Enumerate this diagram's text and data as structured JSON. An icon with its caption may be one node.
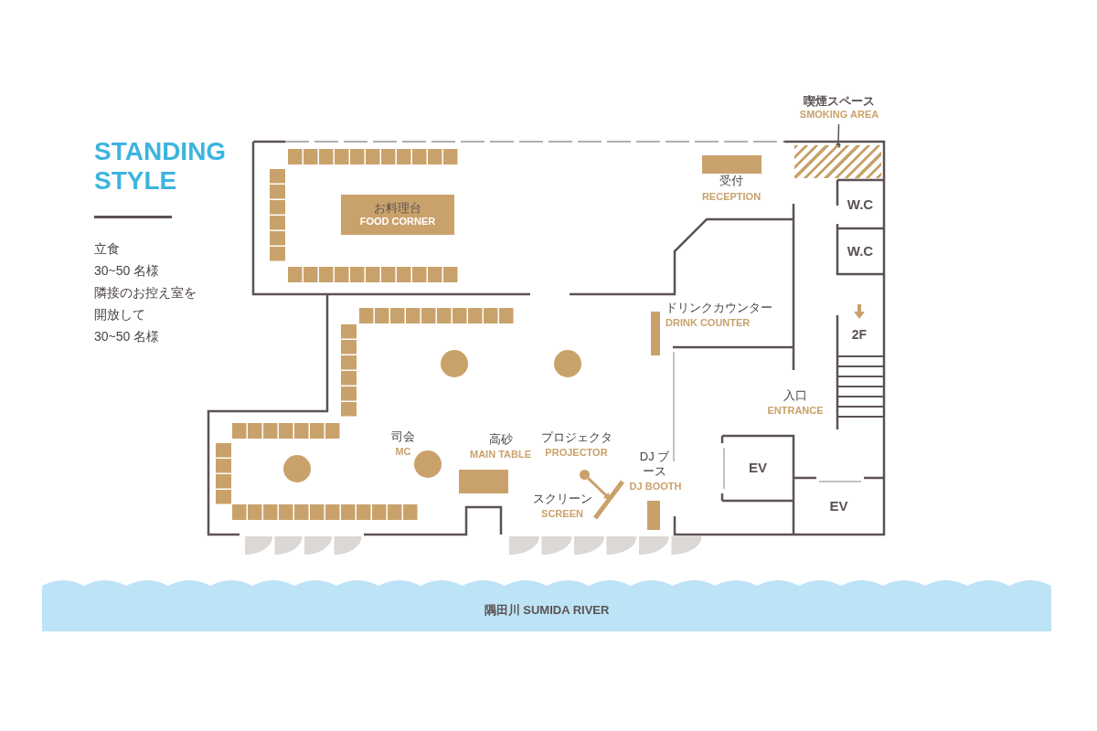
{
  "diagram": {
    "title": "STANDING STYLE",
    "nodes": [
      {
        "text": [
          "お料理台",
          "FOOD CORNER"
        ]
      },
      {
        "text": [],
        "shape": "bar",
        "beside": [
          "受付",
          "RECEPTION"
        ]
      },
      {
        "text": [
          "喫煙スペース",
          "SMOKING AREA"
        ]
      },
      {
        "text": [],
        "shape": "box"
      },
      {
        "text": [
          "W.C"
        ]
      },
      {
        "text": [
          "W.C"
        ]
      },
      {
        "text": [],
        "shape": "bar",
        "beside": [
          "ドリンクカウンター",
          "DRINK COUNTER"
        ]
      },
      {
        "text": [],
        "shape": "circle"
      },
      {
        "text": [],
        "shape": "circle"
      },
      {
        "text": [],
        "shape": "circle"
      },
      {
        "text": [],
        "shape": "circle",
        "beside": [
          "司会",
          "MC"
        ]
      },
      {
        "text": [],
        "shape": "bar",
        "beside": [
          "高砂",
          "MAIN TABLE"
        ]
      },
      {
        "text": [],
        "shape": "circle",
        "beside": [
          "プロジェクタ",
          "PROJECTOR"
        ]
      },
      {
        "text": [],
        "shape": "bar",
        "beside": [
          "DJ ブース",
          "DJ BOOTH"
        ]
      },
      {
        "text": [],
        "shape": "bar",
        "beside": [
          "スクリーン",
          "SCREEN"
        ]
      },
      {
        "text": [
          "EV"
        ]
      },
      {
        "text": [
          "EV"
        ]
      },
      {
        "text": [
          "隅田川 SUMIDA RIVER"
        ]
      }
    ],
    "edges": [
      {
        "from": 2,
        "to": 3,
        "arrow": "other"
      },
      {
        "from": 12,
        "to": 14,
        "arrow": "to",
        "color": "#c9a26b"
      }
    ],
    "labels": [
      "立食",
      "30~50 名様",
      "隣接のお控え室を開放して",
      "30~50 名様",
      "2F",
      "入口",
      "ENTRANCE"
    ]
  }
}
